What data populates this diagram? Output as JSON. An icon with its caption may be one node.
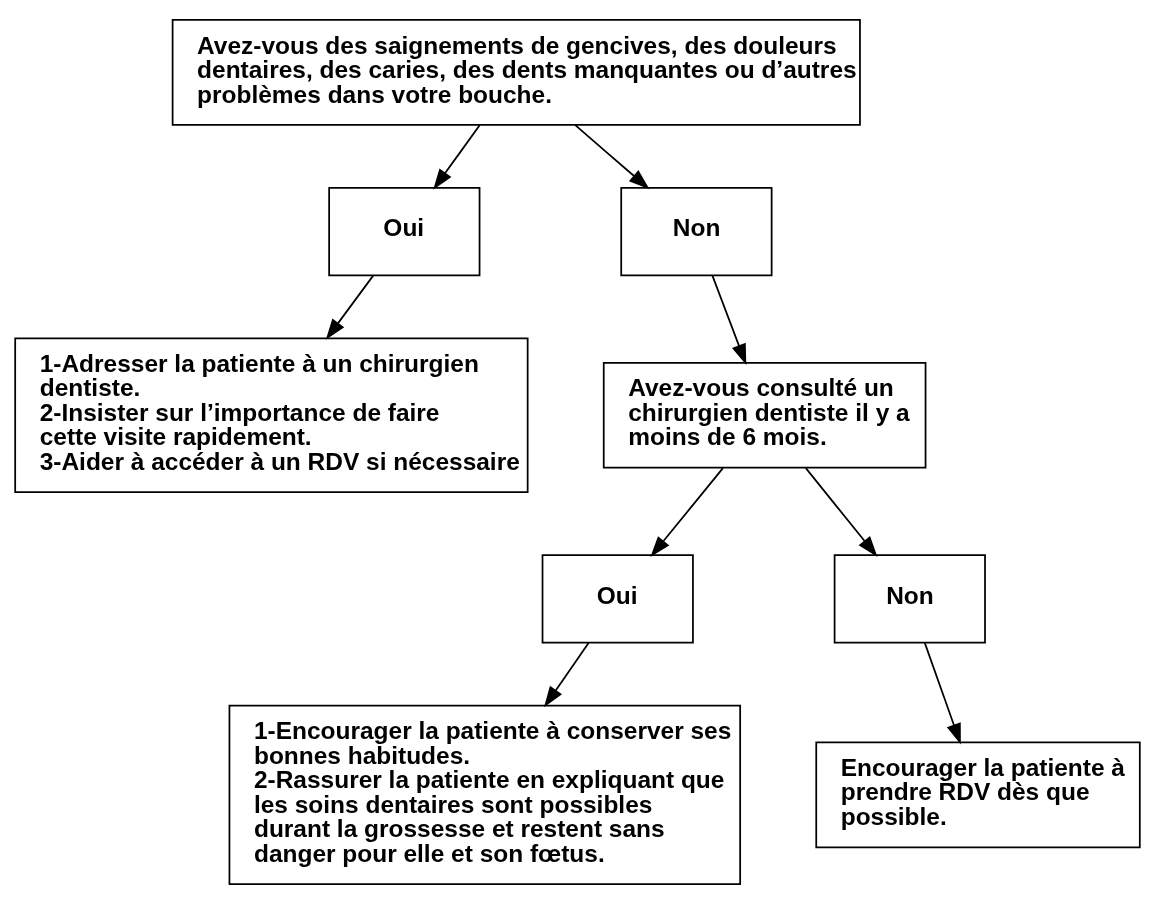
{
  "diagram": {
    "nodes": [
      {
        "text": [
          "Avez-vous des saignements de gencives, des douleurs dentaires, des caries, des dents manquantes ou d’autres problèmes dans votre bouche."
        ]
      },
      {
        "text": [
          "Oui"
        ]
      },
      {
        "text": [
          "Non"
        ]
      },
      {
        "text": [
          "1-Adresser la patiente à un chirurgien dentiste.",
          "2-Insister sur l’importance de faire cette visite rapidement.",
          "3-Aider à accéder à un RDV si nécessaire"
        ]
      },
      {
        "text": [
          "Avez-vous consulté un chirurgien dentiste il y a moins de 6 mois."
        ]
      },
      {
        "text": [
          "Oui"
        ]
      },
      {
        "text": [
          "Non"
        ]
      },
      {
        "text": [
          "1-Encourager la patiente à conserver ses bonnes habitudes.",
          "2-Rassurer la patiente en expliquant que les soins dentaires sont possibles durant la grossesse et restent sans danger pour elle et son fœtus."
        ]
      },
      {
        "text": [
          "Encourager la patiente à prendre RDV dès que possible."
        ]
      }
    ],
    "edges": [
      {
        "from": 0,
        "to": 1,
        "arrow": "to"
      },
      {
        "from": 0,
        "to": 2,
        "arrow": "to"
      },
      {
        "from": 1,
        "to": 3,
        "arrow": "to"
      },
      {
        "from": 2,
        "to": 4,
        "arrow": "to"
      },
      {
        "from": 4,
        "to": 5,
        "arrow": "to"
      },
      {
        "from": 4,
        "to": 6,
        "arrow": "to"
      },
      {
        "from": 5,
        "to": 7,
        "arrow": "to"
      },
      {
        "from": 6,
        "to": 8,
        "arrow": "to"
      }
    ]
  }
}
